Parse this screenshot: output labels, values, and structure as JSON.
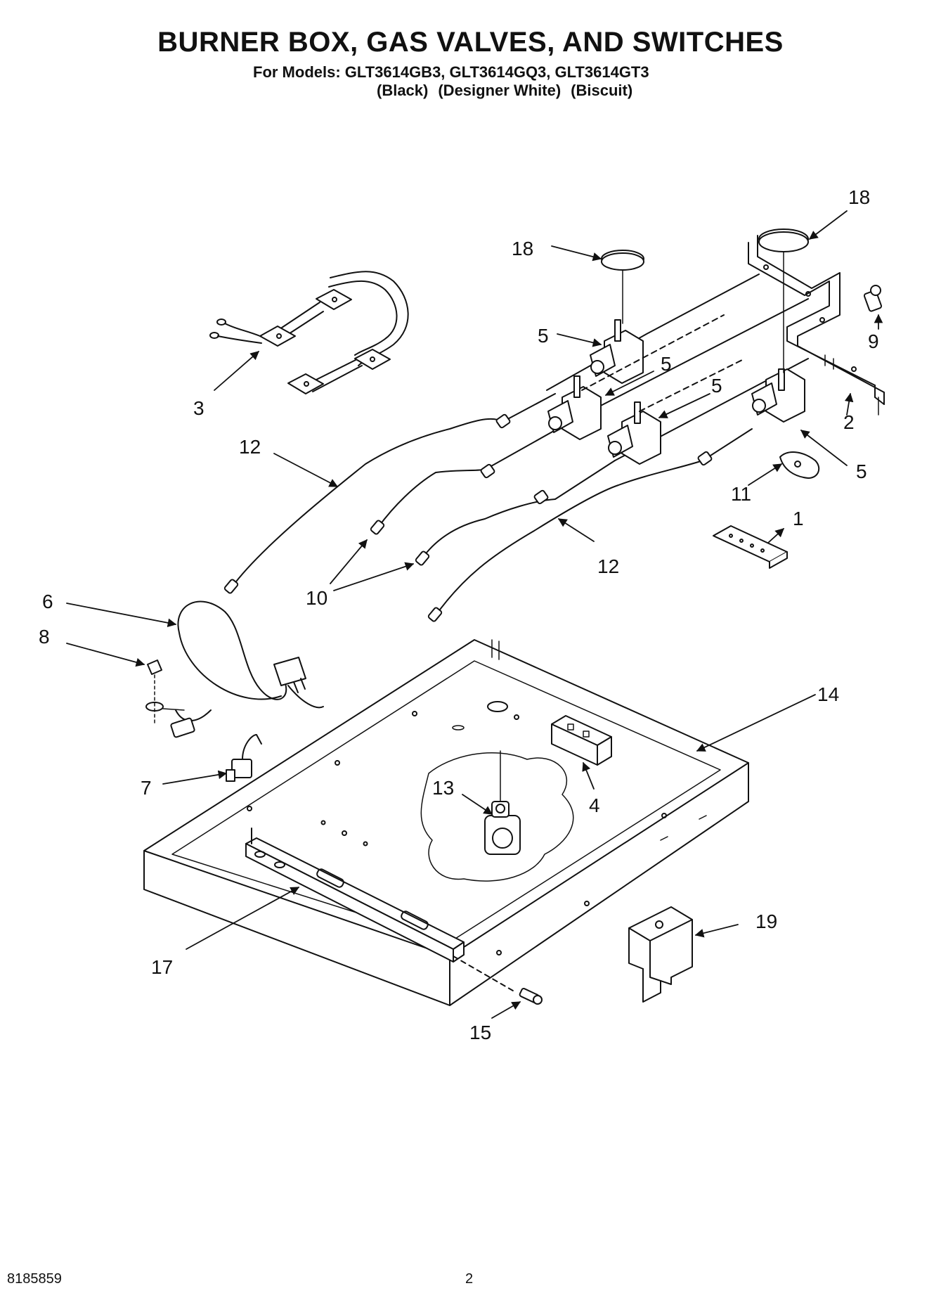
{
  "title": "BURNER BOX, GAS VALVES, AND SWITCHES",
  "models_line": "For Models: GLT3614GB3, GLT3614GQ3, GLT3614GT3",
  "color_variants": [
    "(Black)",
    "(Designer White)",
    "(Biscuit)"
  ],
  "callouts": {
    "c1": "1",
    "c2": "2",
    "c3": "3",
    "c4": "4",
    "c5a": "5",
    "c5b": "5",
    "c5c": "5",
    "c5d": "5",
    "c6": "6",
    "c7": "7",
    "c8": "8",
    "c9": "9",
    "c10": "10",
    "c11": "11",
    "c12a": "12",
    "c12b": "12",
    "c13": "13",
    "c14": "14",
    "c15": "15",
    "c17": "17",
    "c18a": "18",
    "c18b": "18",
    "c19": "19"
  },
  "footer": {
    "document_number": "8185859",
    "page_number": "2"
  }
}
